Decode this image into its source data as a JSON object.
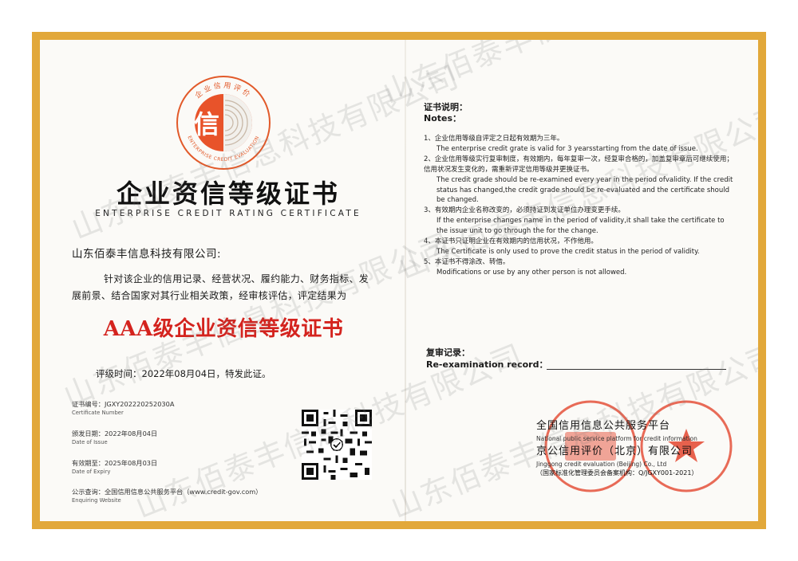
{
  "logo": {
    "ring_text": "企业信用评价",
    "ring_text_en": "ENTERPRISE CREDIT EVALUATION",
    "glyph": "信"
  },
  "title": {
    "cn": "企业资信等级证书",
    "en": "ENTERPRISE CREDIT RATING CERTIFICATE"
  },
  "company": "山东佰泰丰信息科技有限公司:",
  "body": "针对该企业的信用记录、经营状况、履约能力、财务指标、发展前景、结合国家对其行业相关政策，经审核评估，评定结果为",
  "grade": "AAA级企业资信等级证书",
  "eval_time": "评级时间：2022年08月04日，特发此证。",
  "info": {
    "cert_no": "证书编号：JGXY202220252030A",
    "cert_no_en": "Certificate Number",
    "issue": "颁发日期：2022年08月04日",
    "issue_en": "Date of Issue",
    "expiry": "有效期至：2025年08月03日",
    "expiry_en": "Date of Expiry",
    "query": "公示查询：全国信用信息公共服务平台（www.credit-gov.com）",
    "query_en": "Enquiring Website"
  },
  "notes": {
    "head_cn": "证书说明：",
    "head_en": "Notes：",
    "items": [
      {
        "cn": "1、企业信用等级自评定之日起有效期为三年。",
        "en": "The enterprise credit grate is valid for 3 yearsstarting from the date of issue."
      },
      {
        "cn": "2、企业信用等级实行复审制度，有效期内，每年复审一次，经复审合格的，加盖复审章后可继续使用；信用状况发生变化的，需重新评定信用等级并更换证书。",
        "en": "The credit grade should be re-examined every year in the period ofvalidity. If the credit status has changed,the credit grade should be re-evaluated and the certificate should be changed."
      },
      {
        "cn": "3、有效期内企业名称改变的，必须持证到发证单位办理变更手续。",
        "en": "If the enterprise changes name in the period of validity,it shall take the certificate to the issue unit to go through the for the change."
      },
      {
        "cn": "4、本证书只证明企业在有效期内的信用状况，不作他用。",
        "en": "The Certificate is only used to prove the credit status in the period of validity."
      },
      {
        "cn": "5、本证书不得涂改、转借。",
        "en": "Modifications or use by any other person is not allowed."
      }
    ]
  },
  "reexam": {
    "cn": "复审记录：",
    "en": "Re-examination record："
  },
  "issuer": {
    "line1": "全国信用信息公共服务平台",
    "line1_en": "National public service platform for credit information",
    "line2": "京公信用评价（北京）有限公司",
    "line2_en": "Jinggong credit evaluation (Beijing) Co., Ltd",
    "reg": "（国家标准化管理委员会备案机构：Q/JGXY001-2021）"
  },
  "watermark": "山东佰泰丰信息科技有限公司",
  "colors": {
    "border": "#e2a83a",
    "grade_red": "#d4231e",
    "seal_red": "#e23b22"
  }
}
